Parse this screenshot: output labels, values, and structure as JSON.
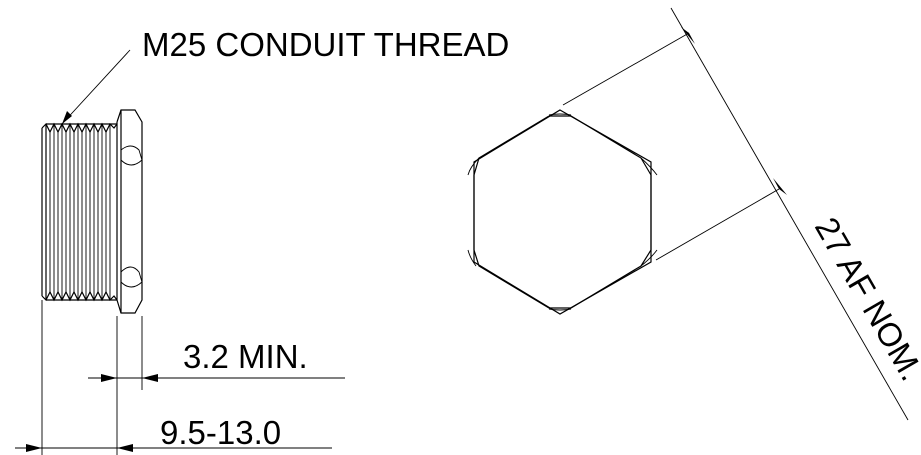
{
  "labels": {
    "thread": "M25 CONDUIT THREAD",
    "flange_thickness": "3.2 MIN.",
    "overall_length": "9.5-13.0",
    "across_flats": "27 AF NOM."
  }
}
